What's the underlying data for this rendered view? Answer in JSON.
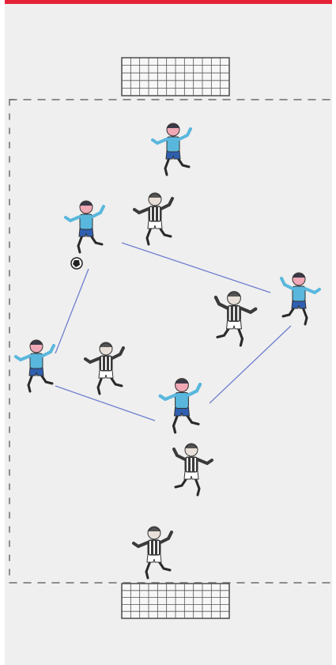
{
  "colors": {
    "banner": "#e42338",
    "background": "#efefef",
    "boundary": "#6d6d6d",
    "goal_net": "#555555",
    "pass_line": "#6f7fd0",
    "team_blue_shirt": "#59b7dd",
    "team_blue_shorts": "#2f5fb0",
    "team_stripes_shirt": "#3a3a3a",
    "skin": "#f0a8b4",
    "ball": "#222222"
  },
  "pitch": {
    "goals": [
      {
        "name": "top-goal"
      },
      {
        "name": "bottom-goal"
      }
    ]
  },
  "players": [
    {
      "id": "blue-top-forward",
      "team": "blue"
    },
    {
      "id": "blue-left-wing",
      "team": "blue"
    },
    {
      "id": "blue-right-wing",
      "team": "blue"
    },
    {
      "id": "blue-left-back",
      "team": "blue"
    },
    {
      "id": "blue-center",
      "team": "blue"
    },
    {
      "id": "stripes-top",
      "team": "stripes"
    },
    {
      "id": "stripes-right",
      "team": "stripes"
    },
    {
      "id": "stripes-left",
      "team": "stripes"
    },
    {
      "id": "stripes-center",
      "team": "stripes"
    },
    {
      "id": "stripes-goalkeeper",
      "team": "stripes"
    }
  ],
  "passes": [
    {
      "from": "blue-left-wing",
      "to": "blue-left-back"
    },
    {
      "from": "blue-left-back",
      "to": "blue-center"
    },
    {
      "from": "blue-center",
      "to": "blue-right-wing"
    },
    {
      "from": "blue-right-wing",
      "to": "blue-left-wing"
    }
  ]
}
